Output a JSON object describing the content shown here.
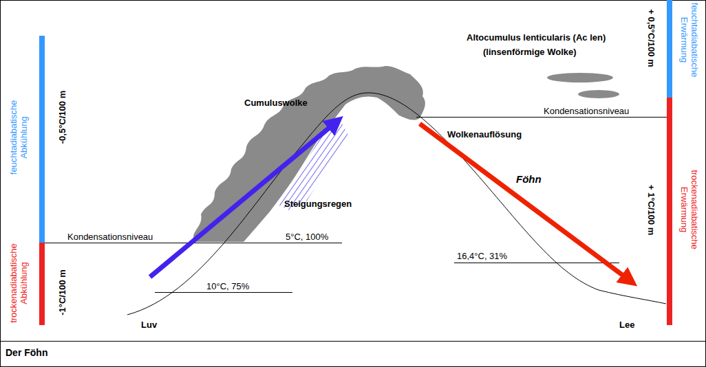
{
  "diagram": {
    "caption": "Der Föhn",
    "labels": [
      "trockenadiabatische Abkühlung",
      "-1°C/100 m",
      "feuchtadiabatische Abkühlung",
      "-0,5°C/100 m",
      "Altocumulus lenticularis (Ac len)",
      "(linsenförmige Wolke)",
      "Cumuluswolke",
      "Kondensationsniveau",
      "5°C, 100%",
      "Steigungsregen",
      "10°C, 75%",
      "Luv",
      "Kondensationsniveau",
      "Wolkenauflösung",
      "Föhn",
      "16,4°C, 31%",
      "Lee",
      "+ 0,5°C/100 m",
      "feuchtadiabatische Erwärmung",
      "+ 1°C/100 m",
      "trockenadiabatische Erwärmung"
    ]
  }
}
